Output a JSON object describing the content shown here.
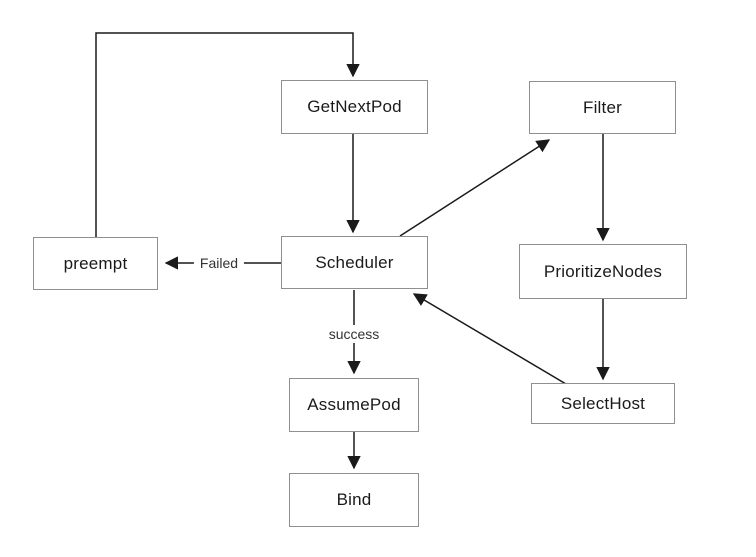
{
  "diagram": {
    "nodes": {
      "get_next_pod": {
        "label": "GetNextPod"
      },
      "filter": {
        "label": "Filter"
      },
      "preempt": {
        "label": "preempt"
      },
      "scheduler": {
        "label": "Scheduler"
      },
      "prioritize_nodes": {
        "label": "PrioritizeNodes"
      },
      "assume_pod": {
        "label": "AssumePod"
      },
      "select_host": {
        "label": "SelectHost"
      },
      "bind": {
        "label": "Bind"
      }
    },
    "edge_labels": {
      "failed": "Failed",
      "success": "success"
    },
    "edges": [
      {
        "from": "preempt",
        "to": "get_next_pod",
        "label": ""
      },
      {
        "from": "get_next_pod",
        "to": "scheduler",
        "label": ""
      },
      {
        "from": "scheduler",
        "to": "filter",
        "label": ""
      },
      {
        "from": "filter",
        "to": "prioritize_nodes",
        "label": ""
      },
      {
        "from": "prioritize_nodes",
        "to": "select_host",
        "label": ""
      },
      {
        "from": "select_host",
        "to": "scheduler",
        "label": ""
      },
      {
        "from": "scheduler",
        "to": "preempt",
        "label": "Failed"
      },
      {
        "from": "scheduler",
        "to": "assume_pod",
        "label": "success"
      },
      {
        "from": "assume_pod",
        "to": "bind",
        "label": ""
      }
    ],
    "colors": {
      "box_border": "#8f8f8f",
      "arrow_line": "#1a1a1a",
      "node_text": "#1a1a1a",
      "edge_label_text": "#333333",
      "background": "#ffffff"
    }
  }
}
